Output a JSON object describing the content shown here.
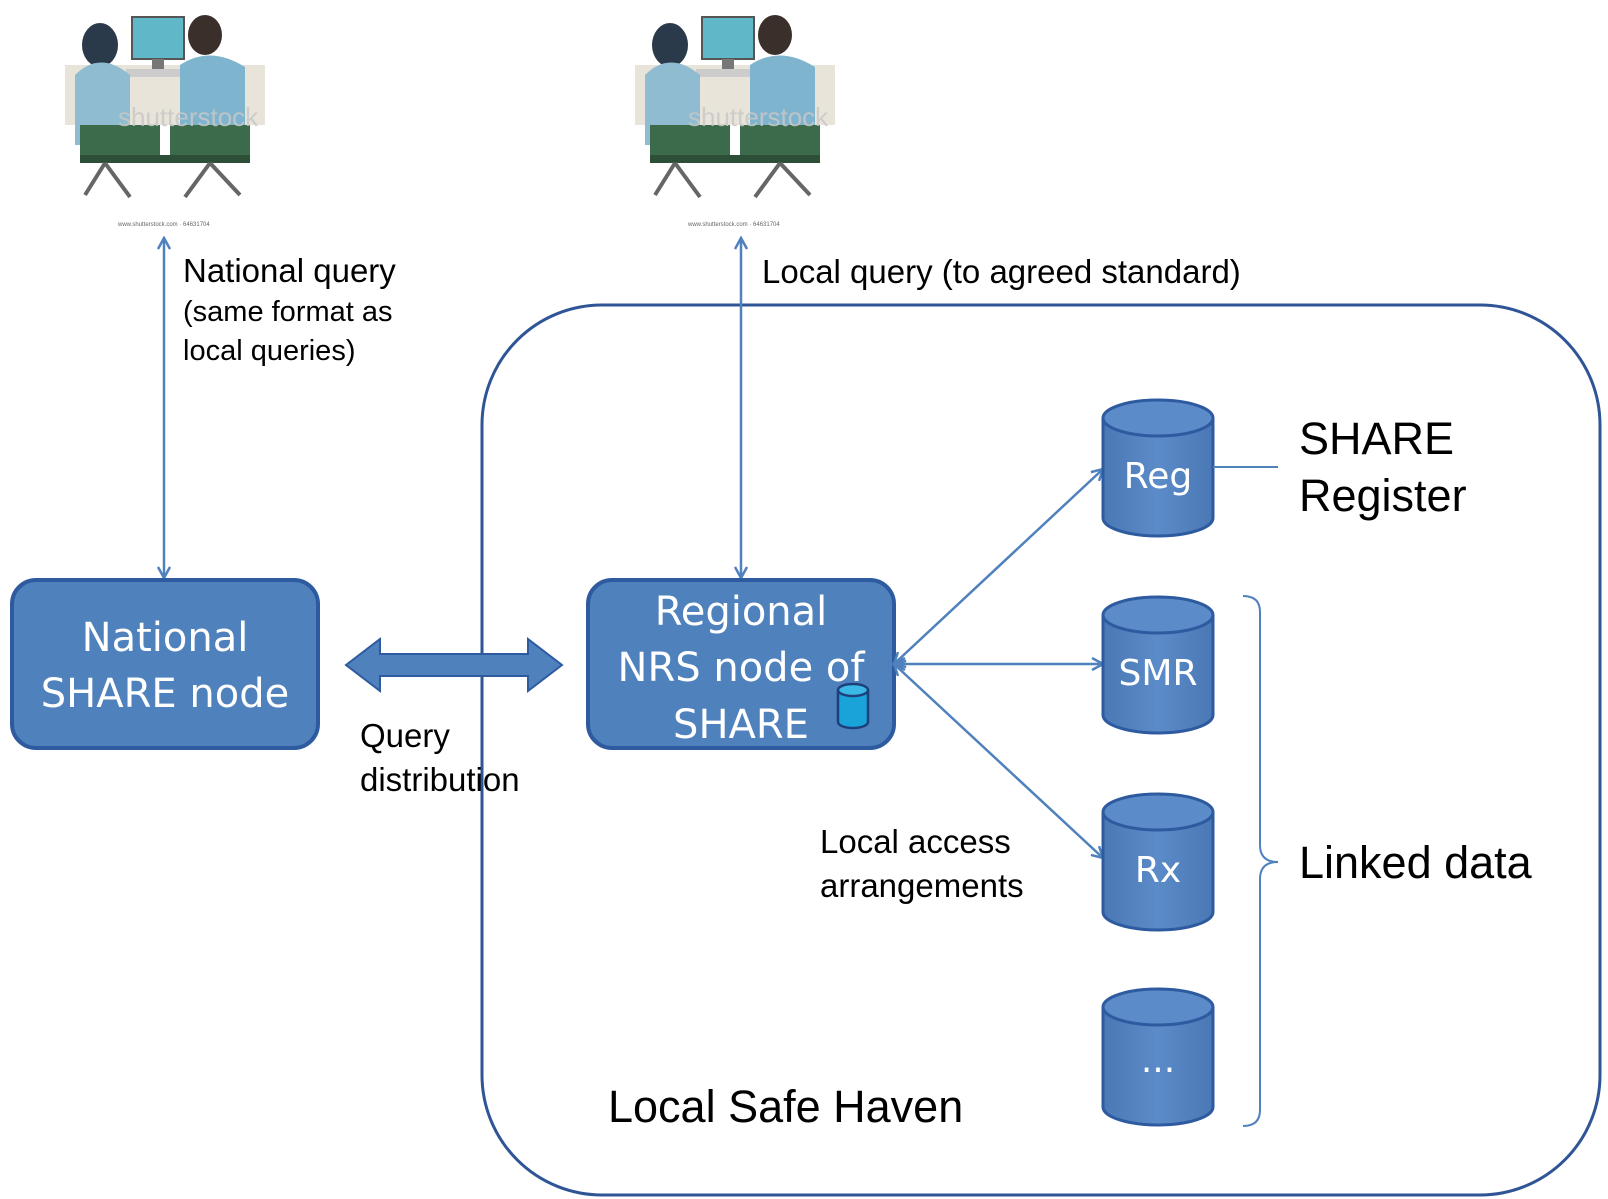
{
  "users": [
    {
      "watermark": "shutterstock",
      "caption": "www.shutterstock.com · 64631704"
    },
    {
      "watermark": "shutterstock",
      "caption": "www.shutterstock.com · 64631704"
    }
  ],
  "national_query": {
    "line1": "National query",
    "line2": "(same format as",
    "line3": "local queries)"
  },
  "local_query": "Local query (to agreed standard)",
  "national_node": {
    "line1": "National",
    "line2": "SHARE node"
  },
  "regional_node": {
    "line1": "Regional",
    "line2": "NRS node of",
    "line3": "SHARE"
  },
  "query_distribution": {
    "line1": "Query",
    "line2": "distribution"
  },
  "databases": {
    "reg": "Reg",
    "smr": "SMR",
    "rx": "Rx",
    "more": "..."
  },
  "share_register": {
    "line1": "SHARE",
    "line2": "Register"
  },
  "linked_data": "Linked data",
  "local_access": {
    "line1": "Local access",
    "line2": "arrangements"
  },
  "safe_haven": "Local Safe Haven",
  "colors": {
    "box_fill": "#4f81bd",
    "box_stroke": "#2e5aa0",
    "arrow": "#4f81bd",
    "haven_border": "#2f5597"
  }
}
